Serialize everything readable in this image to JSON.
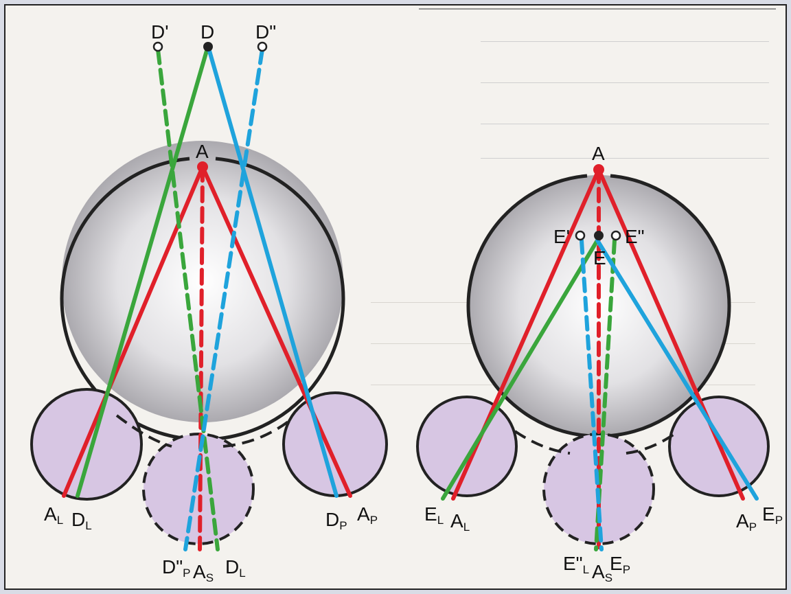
{
  "colors": {
    "red": "#e0202a",
    "green": "#3aa63c",
    "blue": "#1fa3dc",
    "bulb": "#c9c6cc",
    "lobe": "#d7c6e3",
    "outline": "#222222",
    "paper": "#f4f2ee"
  },
  "left_diagram": {
    "label_a": "A",
    "label_d": "D",
    "label_d_prime": "D'",
    "label_d_double": "D\"",
    "label_al": {
      "base": "A",
      "sub": "L"
    },
    "label_dl": {
      "base": "D",
      "sub": "L"
    },
    "label_dp": {
      "base": "D",
      "sub": "P"
    },
    "label_ap": {
      "base": "A",
      "sub": "P"
    },
    "label_dp_double": {
      "base": "D\"",
      "sub": "P"
    },
    "label_as": {
      "base": "A",
      "sub": "S"
    },
    "label_dl_bottom": {
      "base": "D",
      "sub": "L"
    }
  },
  "right_diagram": {
    "label_a": "A",
    "label_e": "E",
    "label_e_prime": "E'",
    "label_e_double": "E\"",
    "label_el": {
      "base": "E",
      "sub": "L"
    },
    "label_al": {
      "base": "A",
      "sub": "L"
    },
    "label_ap": {
      "base": "A",
      "sub": "P"
    },
    "label_ep": {
      "base": "E",
      "sub": "P"
    },
    "label_el_double": {
      "base": "E\"",
      "sub": "L"
    },
    "label_as": {
      "base": "A",
      "sub": "S"
    },
    "label_ep_bottom": {
      "base": "E",
      "sub": "P"
    }
  }
}
